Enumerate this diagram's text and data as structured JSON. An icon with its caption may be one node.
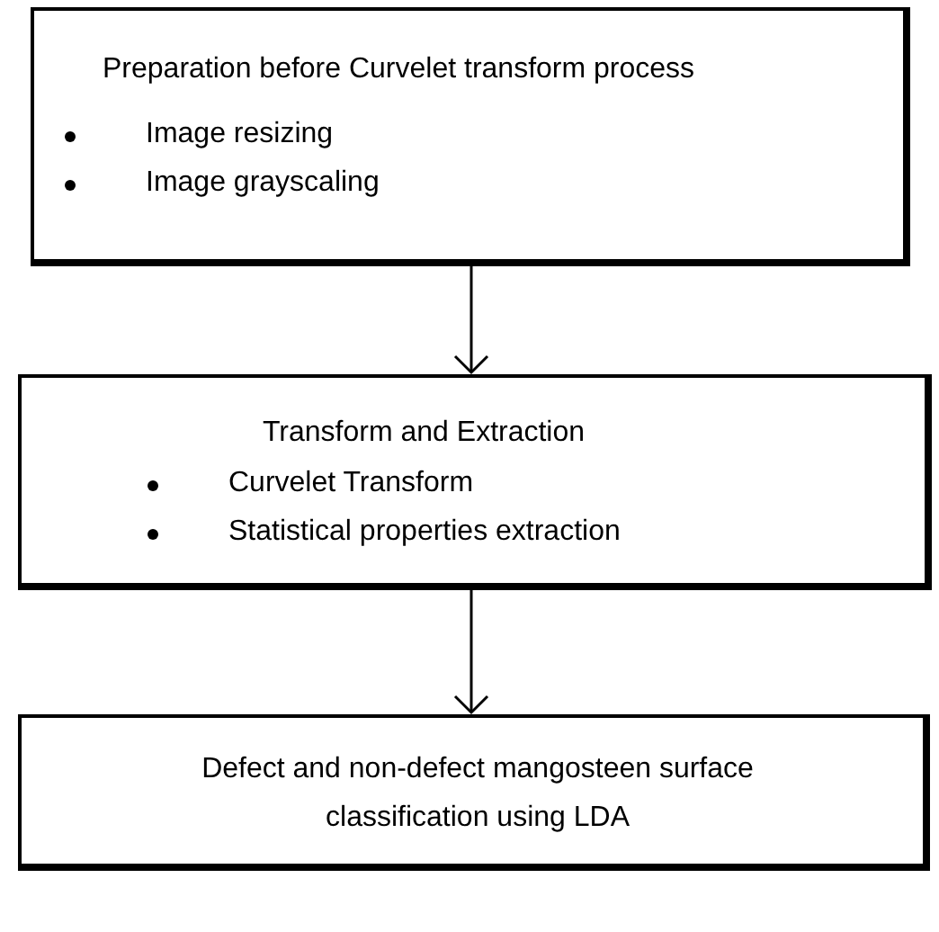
{
  "diagram": {
    "nodes": [
      {
        "text": [
          "Preparation before Curvelet transform process",
          "Image resizing",
          "Image grayscaling"
        ]
      },
      {
        "text": [
          "Transform and Extraction",
          "Curvelet Transform",
          "Statistical properties extraction"
        ]
      },
      {
        "text": [
          "Defect and non-defect mangosteen surface classification using LDA"
        ]
      }
    ],
    "edges": [
      {
        "from": 0,
        "to": 1,
        "arrow": "to"
      },
      {
        "from": 1,
        "to": 2,
        "arrow": "to"
      }
    ]
  }
}
